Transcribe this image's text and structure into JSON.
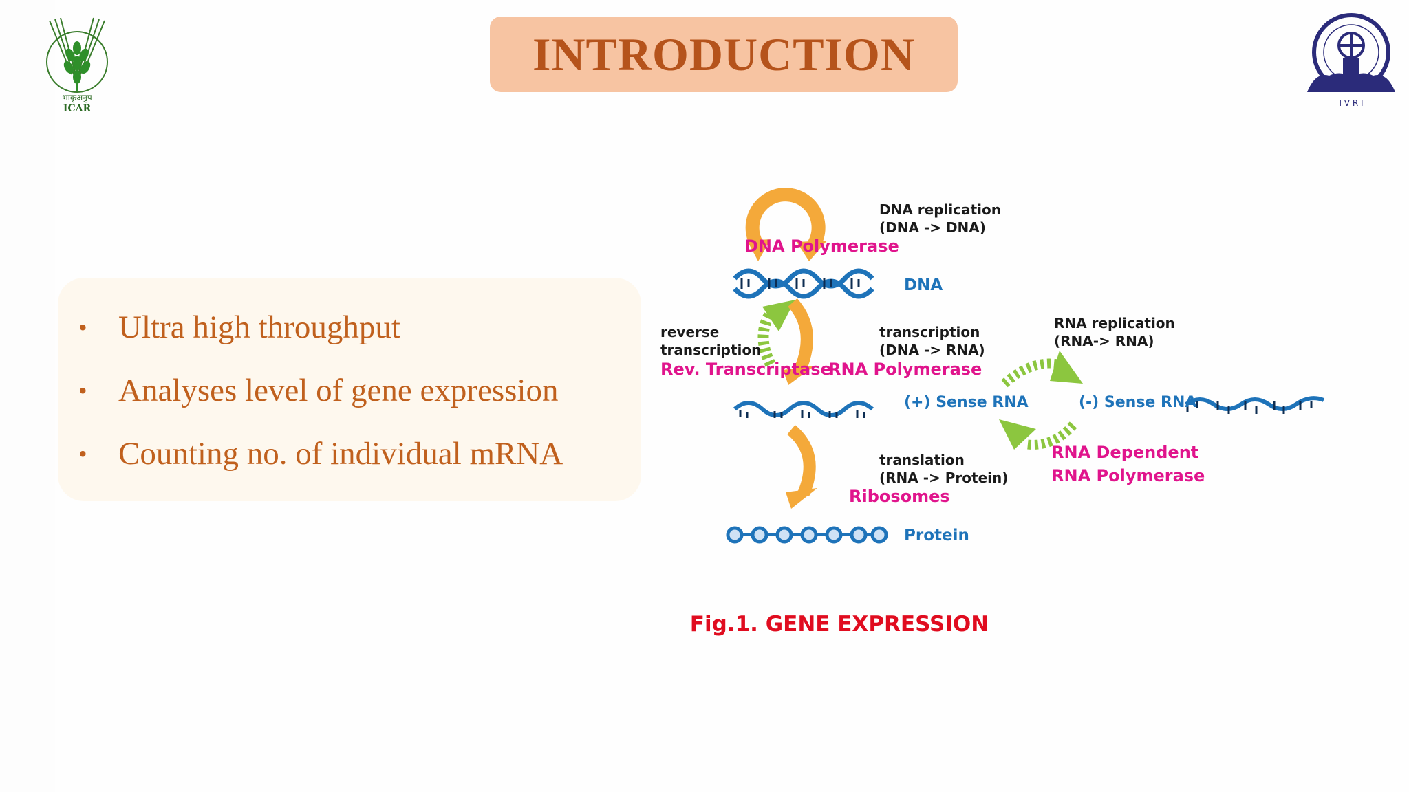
{
  "header": {
    "title": "INTRODUCTION"
  },
  "logos": {
    "left": {
      "name": "ICAR",
      "hindi_text": "भाकृअनुप",
      "text": "ICAR"
    },
    "right": {
      "name": "IVRI",
      "text": "I V R I"
    }
  },
  "bullets": [
    "Ultra high throughput",
    "Analyses level of gene expression",
    "Counting no. of individual mRNA"
  ],
  "diagram": {
    "dna_replication_line1": "DNA replication",
    "dna_replication_line2": "(DNA -> DNA)",
    "dna_polymerase": "DNA Polymerase",
    "dna": "DNA",
    "reverse_line1": "reverse",
    "reverse_line2": "transcription",
    "rev_transcriptase": "Rev. Transcriptase",
    "transcription_line1": "transcription",
    "transcription_line2": "(DNA -> RNA)",
    "rna_polymerase": "RNA Polymerase",
    "rna_replication_line1": "RNA replication",
    "rna_replication_line2": "(RNA-> RNA)",
    "plus_sense_rna": "(+) Sense RNA",
    "minus_sense_rna": "(-) Sense RNA",
    "translation_line1": "translation",
    "translation_line2": "(RNA -> Protein)",
    "ribosomes": "Ribosomes",
    "rdrp_line1": "RNA Dependent",
    "rdrp_line2": "RNA Polymerase",
    "protein": "Protein"
  },
  "caption": "Fig.1.  GENE EXPRESSION",
  "colors": {
    "title_bg": "#f7c4a2",
    "title_text": "#b5531b",
    "bullet_text": "#c0601d",
    "enzyme_magenta": "#e0148c",
    "strand_blue": "#1e73b9",
    "arrow_orange": "#f4a93a",
    "arrow_green": "#8cc63f",
    "caption_red": "#e00c1f"
  }
}
